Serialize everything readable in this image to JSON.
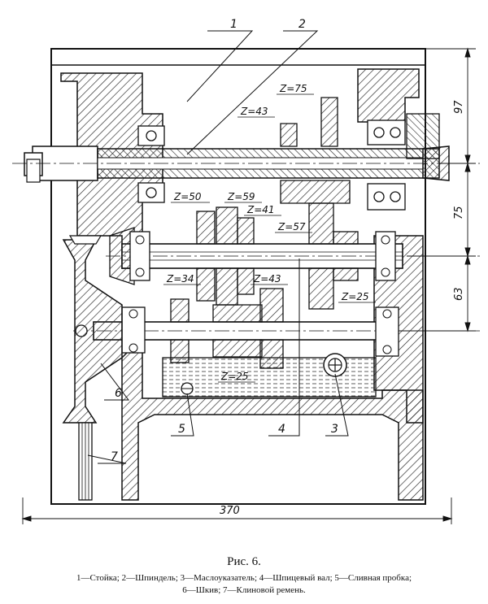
{
  "figure": {
    "title": "Рис. 6.",
    "legend_line1": "1—Стойка; 2—Шпиндель; 3—Маслоуказатель; 4—Шпицевый вал; 5—Сливная пробка;",
    "legend_line2": "6—Шкив; 7—Клиновой ремень."
  },
  "callouts": {
    "c1": "1",
    "c2": "2",
    "c3": "3",
    "c4": "4",
    "c5": "5",
    "c6": "6",
    "c7": "7"
  },
  "gear_labels": {
    "z75": "Z=75",
    "z43_top": "Z=43",
    "z50": "Z=50",
    "z59": "Z=59",
    "z41": "Z=41",
    "z57": "Z=57",
    "z34": "Z=34",
    "z43_mid": "Z=43",
    "z25_right": "Z=25",
    "z25_bottom": "Z=25"
  },
  "dimensions": {
    "width_370": "370",
    "height_97": "97",
    "height_75": "75",
    "height_63": "63"
  }
}
